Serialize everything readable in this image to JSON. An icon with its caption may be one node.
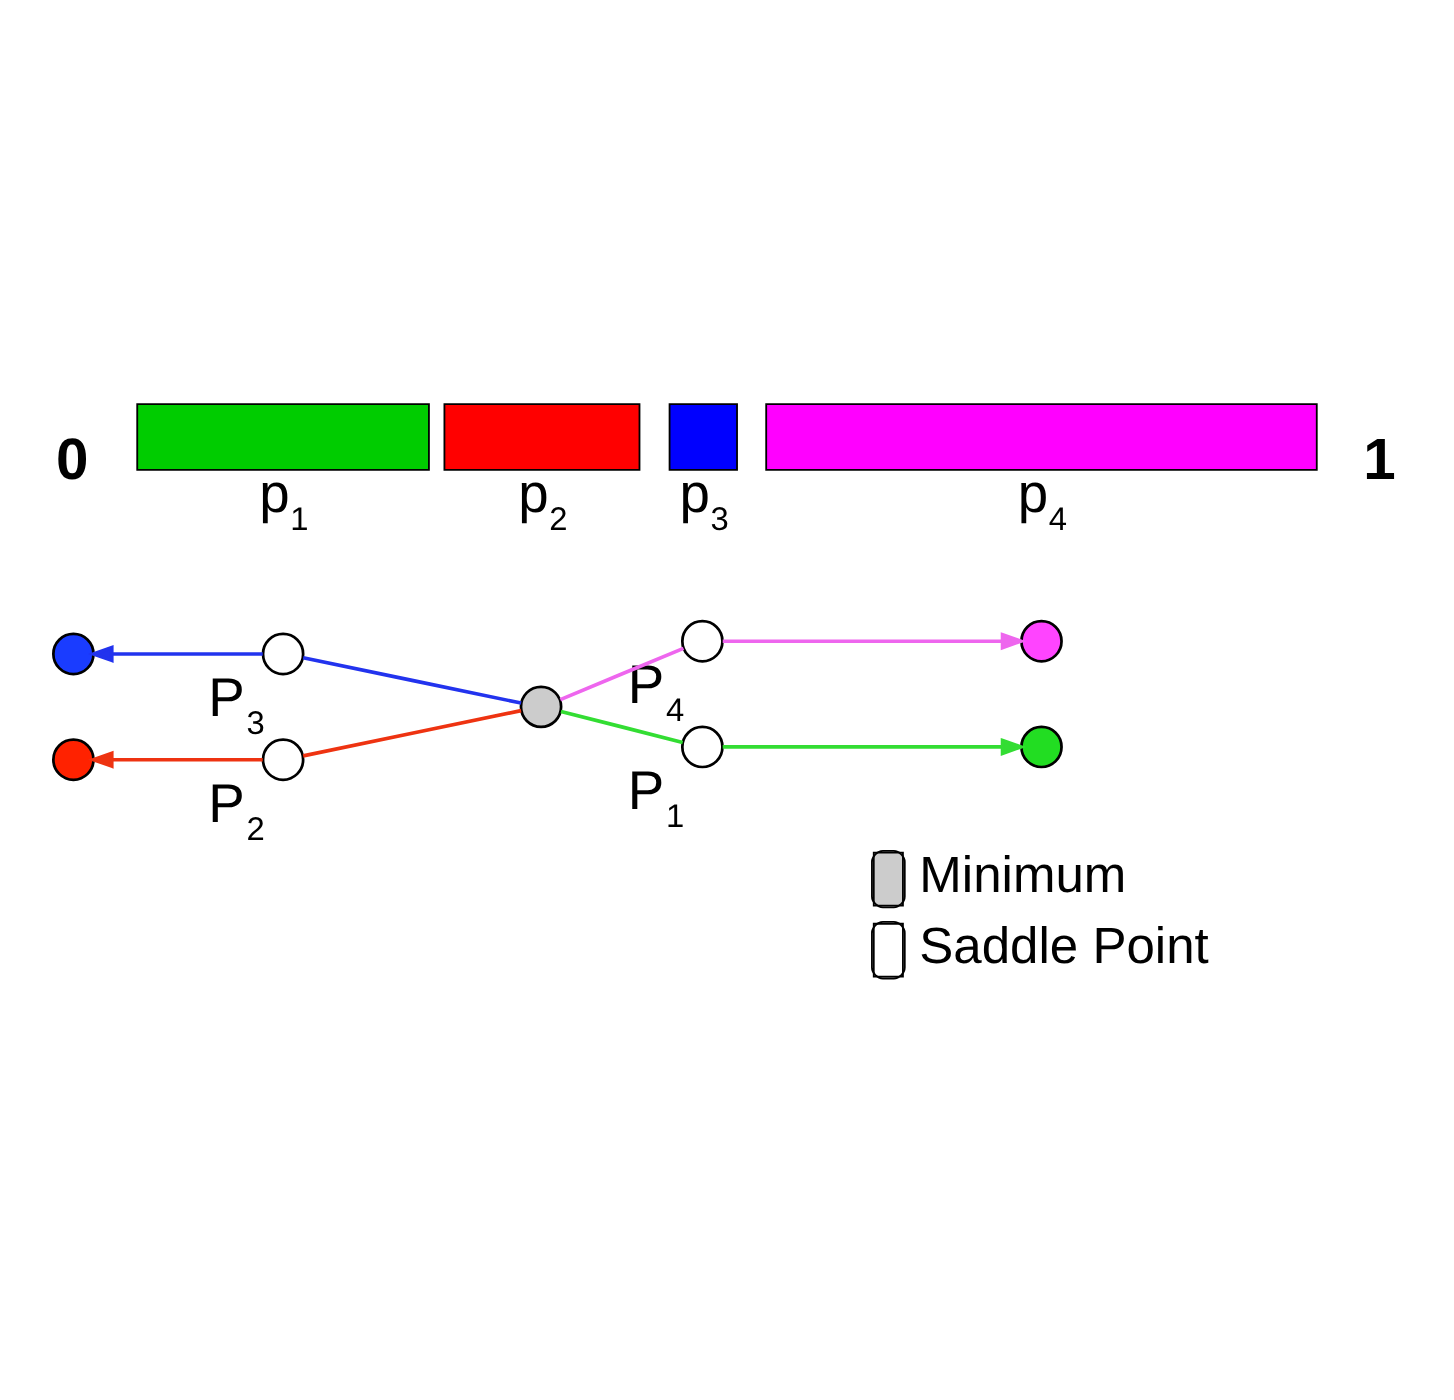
{
  "diagram": {
    "nodes": [
      {
        "text": [],
        "shape": "circle"
      },
      {
        "text": [],
        "shape": "circle",
        "beside": [
          "P$_{3}$"
        ]
      },
      {
        "text": [],
        "shape": "circle",
        "beside": [
          "P$_{4}$"
        ]
      },
      {
        "text": [],
        "shape": "circle"
      },
      {
        "text": [],
        "shape": "circle"
      },
      {
        "text": [],
        "shape": "circle",
        "beside": [
          "P$_{1}$"
        ]
      },
      {
        "text": [],
        "shape": "circle",
        "beside": [
          "P$_{2}$"
        ]
      },
      {
        "text": [],
        "shape": "circle"
      },
      {
        "text": [],
        "shape": "circle"
      },
      {
        "text": [],
        "shape": "bar",
        "beside": [
          "p$_{1}$"
        ]
      },
      {
        "text": [],
        "shape": "bar",
        "beside": [
          "p$_{2}$"
        ]
      },
      {
        "text": [],
        "shape": "bar",
        "beside": [
          "p$_{3}$"
        ]
      },
      {
        "text": [],
        "shape": "bar",
        "beside": [
          "p$_{4}$"
        ]
      }
    ],
    "edges": [
      {
        "from": 4,
        "to": 1,
        "arrow": "none",
        "color": "#2233ee"
      },
      {
        "from": 1,
        "to": 0,
        "arrow": "to",
        "color": "#2233ee"
      },
      {
        "from": 4,
        "to": 2,
        "arrow": "none",
        "color": "#ee66ee"
      },
      {
        "from": 2,
        "to": 3,
        "arrow": "to",
        "color": "#ee66ee"
      },
      {
        "from": 4,
        "to": 6,
        "arrow": "none",
        "color": "#ee3311"
      },
      {
        "from": 6,
        "to": 7,
        "arrow": "to",
        "color": "#ee3311"
      },
      {
        "from": 4,
        "to": 5,
        "arrow": "none",
        "color": "#33dd33"
      },
      {
        "from": 5,
        "to": 8,
        "arrow": "to",
        "color": "#33dd33"
      }
    ],
    "labels": [
      "0",
      "1"
    ],
    "legend": [
      {
        "text": "Minimum"
      },
      {
        "text": "Saddle Point"
      }
    ]
  }
}
